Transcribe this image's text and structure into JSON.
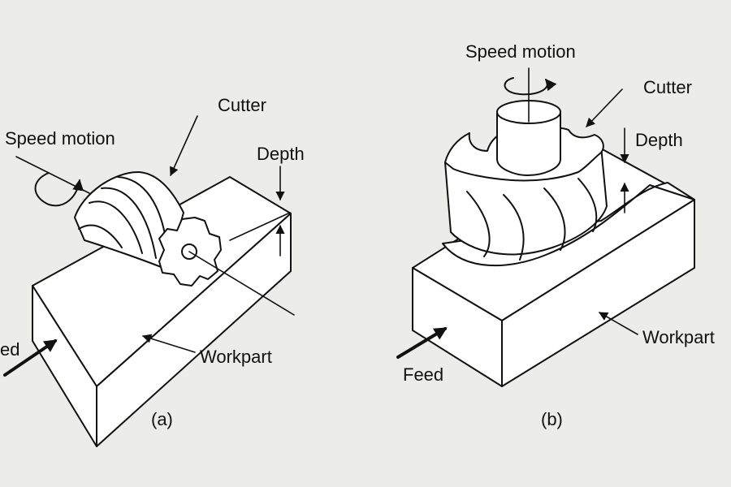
{
  "background": "#ececea",
  "line_color": "#111111",
  "panels": [
    {
      "caption": "(a)",
      "labels": {
        "speed_motion": "Speed motion",
        "cutter": "Cutter",
        "depth": "Depth",
        "workpart": "Workpart",
        "feed": "ed"
      }
    },
    {
      "caption": "(b)",
      "labels": {
        "speed_motion": "Speed motion",
        "cutter": "Cutter",
        "depth": "Depth",
        "workpart": "Workpart",
        "feed": "Feed"
      }
    }
  ]
}
